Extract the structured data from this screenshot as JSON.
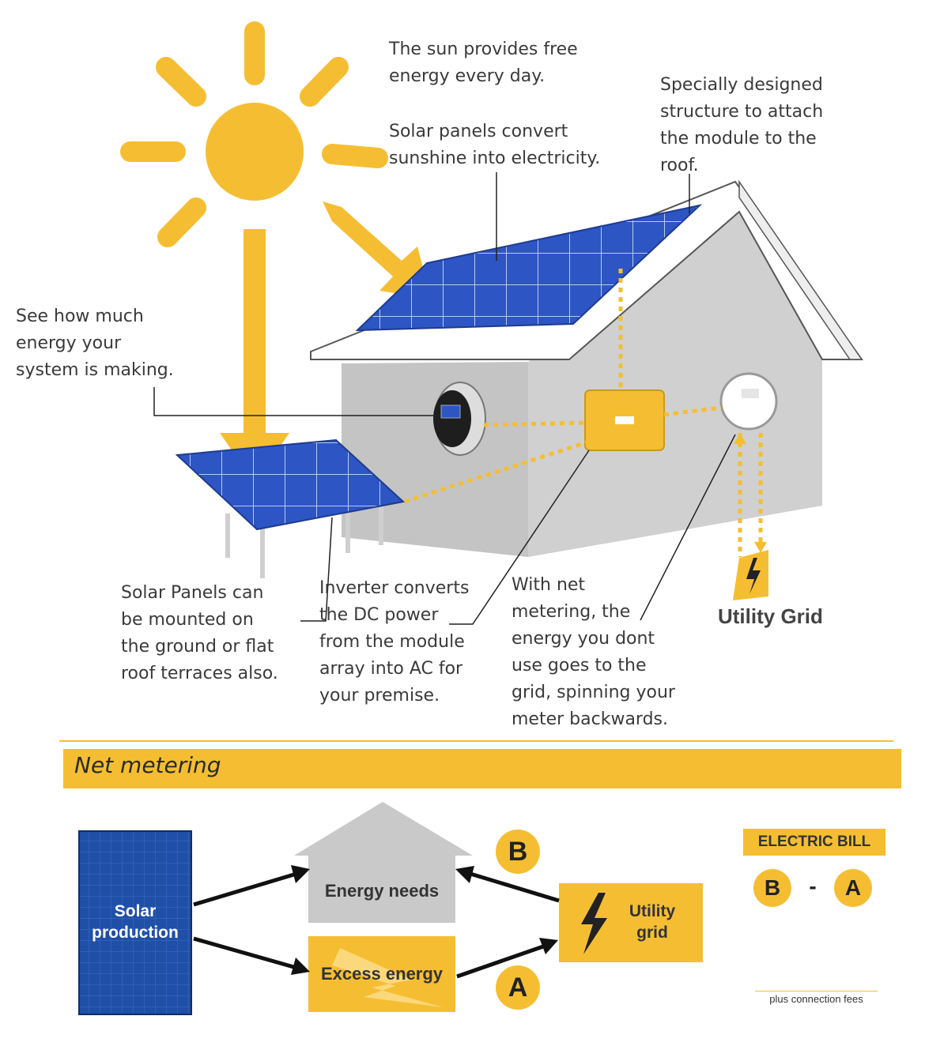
{
  "callouts": {
    "sun": "The sun provides free\nenergy every day.",
    "panels": "Solar panels convert\nsunshine into electricity.",
    "structure": "Specially designed\nstructure to attach\nthe module to the\nroof.",
    "monitor": "See how much\nenergy your\nsystem is making.",
    "ground": "Solar Panels can\nbe mounted on\nthe ground or flat\nroof terraces also.",
    "inverter": "Inverter converts\nthe DC power\nfrom the module\narray into AC for\nyour premise.",
    "net": "With net\nmetering, the\nenergy you dont\nuse goes to the\ngrid, spinning your\nmeter backwards."
  },
  "utility_grid_label": "Utility Grid",
  "net_metering": {
    "title": "Net metering",
    "solar_production": "Solar\nproduction",
    "energy_needs": "Energy needs",
    "excess_energy": "Excess energy",
    "utility_grid": "Utility\ngrid",
    "marker_b": "B",
    "marker_a": "A",
    "bill": {
      "title": "ELECTRIC BILL",
      "left": "B",
      "operator": "-",
      "right": "A",
      "note": "plus connection fees"
    }
  },
  "colors": {
    "accent_yellow": "#f5be32",
    "panel_blue": "#2b4fb8",
    "house_gray": "#c8c8c8",
    "dark_text": "#333333"
  }
}
